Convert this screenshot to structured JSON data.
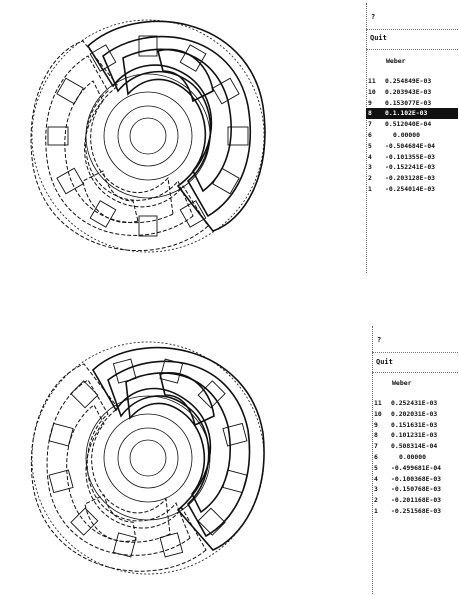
{
  "top_panel": {
    "title": "?",
    "quit_label": "Quit",
    "unit_label": "Weber",
    "levels": [
      {
        "index": "11",
        "value": "0.254849E-03"
      },
      {
        "index": "10",
        "value": "0.203943E-03"
      },
      {
        "index": "9",
        "value": "0.153077E-03"
      },
      {
        "index": "8",
        "value": "0.1.102E-03",
        "selected": true
      },
      {
        "index": "7",
        "value": "0.512040E-04"
      },
      {
        "index": "6",
        "value": "0.00000"
      },
      {
        "index": "5",
        "value": "-0.504684E-04"
      },
      {
        "index": "4",
        "value": "-0.101355E-03"
      },
      {
        "index": "3",
        "value": "-0.152241E-03"
      },
      {
        "index": "2",
        "value": "-0.203128E-03"
      },
      {
        "index": "1",
        "value": "-0.254014E-03"
      }
    ]
  },
  "bottom_panel": {
    "title": "?",
    "quit_label": "Quit",
    "unit_label": "Weber",
    "levels": [
      {
        "index": "11",
        "value": "0.252431E-03"
      },
      {
        "index": "10",
        "value": "0.202031E-03"
      },
      {
        "index": "9",
        "value": "0.151631E-03"
      },
      {
        "index": "8",
        "value": "0.101231E-03"
      },
      {
        "index": "7",
        "value": "0.508314E-04"
      },
      {
        "index": "6",
        "value": "0.00000"
      },
      {
        "index": "5",
        "value": "-0.499681E-04"
      },
      {
        "index": "4",
        "value": "-0.100368E-03"
      },
      {
        "index": "3",
        "value": "-0.150768E-03"
      },
      {
        "index": "2",
        "value": "-0.201168E-03"
      },
      {
        "index": "1",
        "value": "-0.251568E-03"
      }
    ]
  }
}
